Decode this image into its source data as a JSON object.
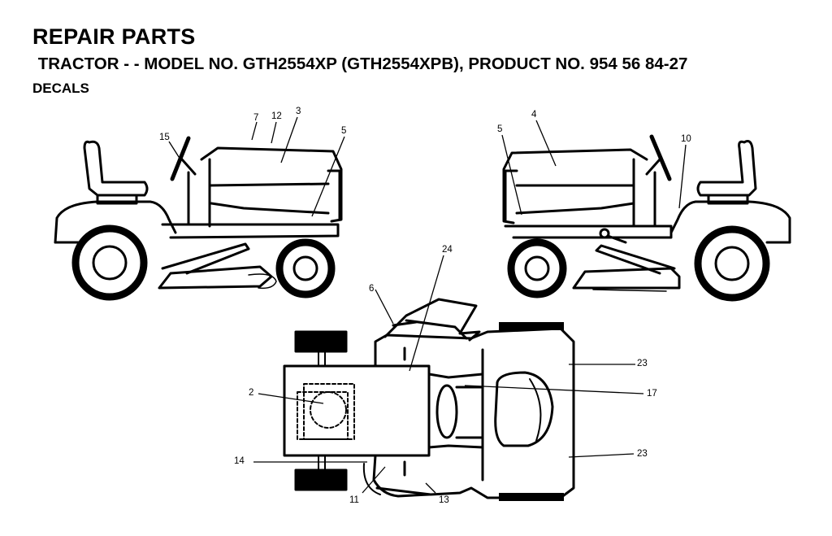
{
  "header": {
    "title": "REPAIR PARTS",
    "subtitle": " TRACTOR - - MODEL NO. GTH2554XP (GTH2554XPB), PRODUCT NO. 954 56 84-27",
    "section": "DECALS"
  },
  "callouts": {
    "left_view": [
      "15",
      "7",
      "12",
      "3",
      "5"
    ],
    "right_view": [
      "5",
      "4",
      "10"
    ],
    "top_view": [
      "24",
      "6",
      "2",
      "23",
      "17",
      "23",
      "14",
      "11",
      "13"
    ]
  }
}
